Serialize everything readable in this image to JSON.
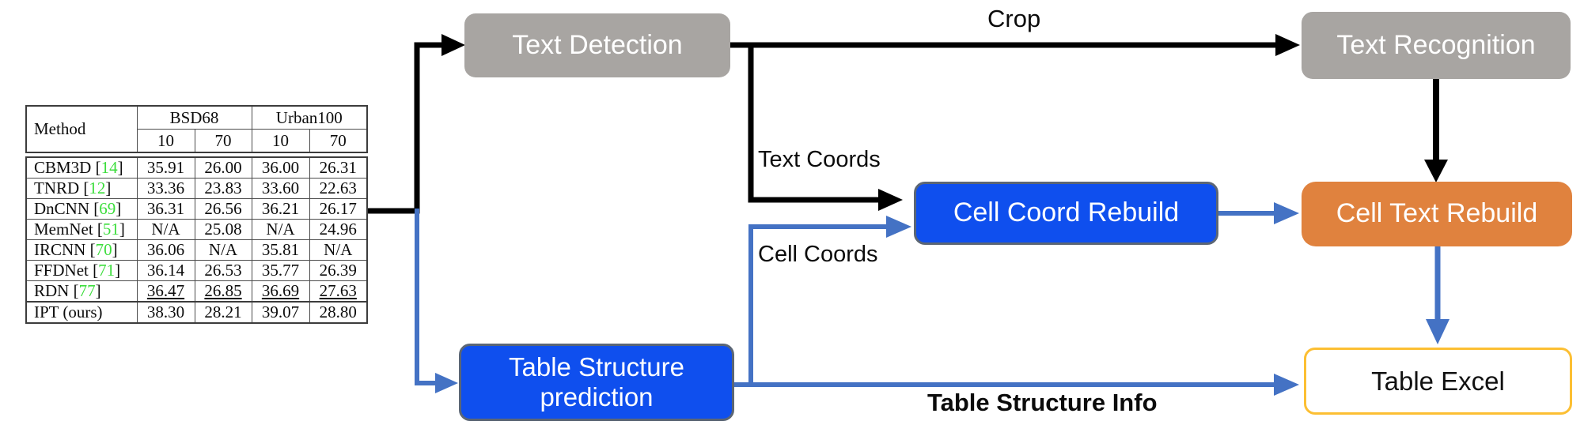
{
  "colors": {
    "box_gray": "#a8a5a2",
    "box_blue": "#0f4fee",
    "box_blue_border": "#5b6675",
    "box_orange": "#e0823e",
    "excel_border": "#fcbf33",
    "arrow_black": "#000000",
    "arrow_blue": "#4472c4",
    "cite_green": "#3cdd3c"
  },
  "boxes": {
    "text_detection": "Text Detection",
    "text_recognition": "Text Recognition",
    "cell_coord_rebuild": "Cell Coord Rebuild",
    "cell_text_rebuild": "Cell Text Rebuild",
    "table_structure_prediction": "Table Structure prediction",
    "table_excel": "Table Excel"
  },
  "edge_labels": {
    "crop": "Crop",
    "text_coords": "Text Coords",
    "cell_coords": "Cell Coords",
    "table_structure_info": "Table Structure Info"
  },
  "table": {
    "bracket_open": " [",
    "bracket_close": "]",
    "headers": {
      "method": "Method",
      "group1": "BSD68",
      "group2": "Urban100",
      "sub": [
        "10",
        "70",
        "10",
        "70"
      ]
    },
    "rows": [
      {
        "method": "CBM3D",
        "cite": "14",
        "values": [
          "35.91",
          "26.00",
          "36.00",
          "26.31"
        ]
      },
      {
        "method": "TNRD",
        "cite": "12",
        "values": [
          "33.36",
          "23.83",
          "33.60",
          "22.63"
        ]
      },
      {
        "method": "DnCNN",
        "cite": "69",
        "values": [
          "36.31",
          "26.56",
          "36.21",
          "26.17"
        ]
      },
      {
        "method": "MemNet",
        "cite": "51",
        "values": [
          "N/A",
          "25.08",
          "N/A",
          "24.96"
        ]
      },
      {
        "method": "IRCNN",
        "cite": "70",
        "values": [
          "36.06",
          "N/A",
          "35.81",
          "N/A"
        ]
      },
      {
        "method": "FFDNet",
        "cite": "71",
        "values": [
          "36.14",
          "26.53",
          "35.77",
          "26.39"
        ]
      },
      {
        "method": "RDN",
        "cite": "77",
        "values": [
          "36.47",
          "26.85",
          "36.69",
          "27.63"
        ]
      },
      {
        "method": "IPT (ours)",
        "cite": null,
        "values": [
          "38.30",
          "28.21",
          "39.07",
          "28.80"
        ]
      }
    ]
  },
  "chart_data": {
    "type": "table",
    "title": "Denoising PSNR comparison (input table image)",
    "column_groups": [
      "BSD68",
      "Urban100"
    ],
    "columns": [
      "Method",
      "BSD68-10",
      "BSD68-70",
      "Urban100-10",
      "Urban100-70"
    ],
    "rows": [
      [
        "CBM3D [14]",
        35.91,
        26.0,
        36.0,
        26.31
      ],
      [
        "TNRD [12]",
        33.36,
        23.83,
        33.6,
        22.63
      ],
      [
        "DnCNN [69]",
        36.31,
        26.56,
        36.21,
        26.17
      ],
      [
        "MemNet [51]",
        null,
        25.08,
        null,
        24.96
      ],
      [
        "IRCNN [70]",
        36.06,
        null,
        35.81,
        null
      ],
      [
        "FFDNet [71]",
        36.14,
        26.53,
        35.77,
        26.39
      ],
      [
        "RDN [77]",
        36.47,
        26.85,
        36.69,
        27.63
      ],
      [
        "IPT (ours)",
        38.3,
        28.21,
        39.07,
        28.8
      ]
    ]
  }
}
